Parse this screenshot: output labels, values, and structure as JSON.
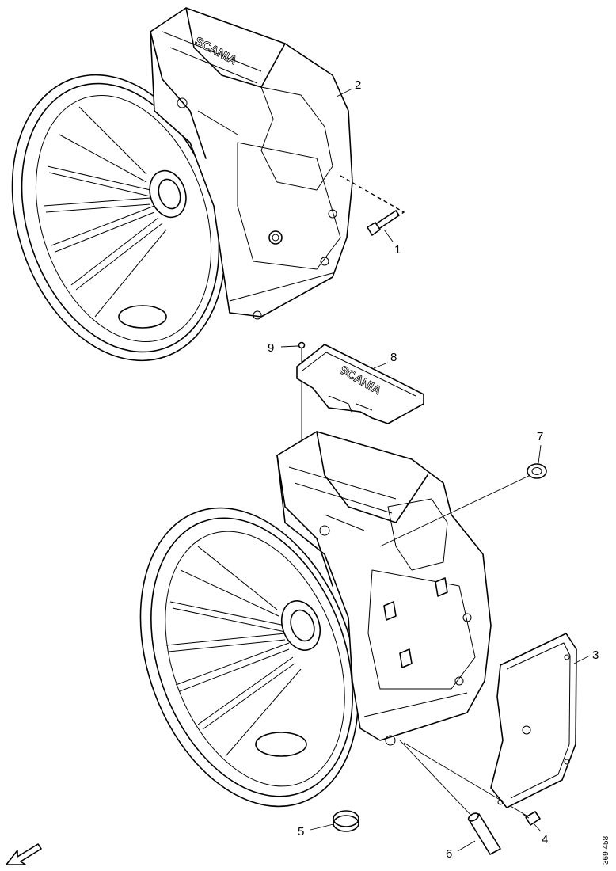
{
  "callouts": [
    {
      "id": "1",
      "label": "1"
    },
    {
      "id": "2",
      "label": "2"
    },
    {
      "id": "3",
      "label": "3"
    },
    {
      "id": "4",
      "label": "4"
    },
    {
      "id": "5",
      "label": "5"
    },
    {
      "id": "6",
      "label": "6"
    },
    {
      "id": "7",
      "label": "7"
    },
    {
      "id": "8",
      "label": "8"
    },
    {
      "id": "9",
      "label": "9"
    }
  ],
  "brand_marks": {
    "upper_housing": "SCANIA",
    "cover_plate": "SCANIA"
  },
  "document_number": "369 458",
  "icons": {
    "direction_arrow": "front-direction-arrow-icon"
  }
}
